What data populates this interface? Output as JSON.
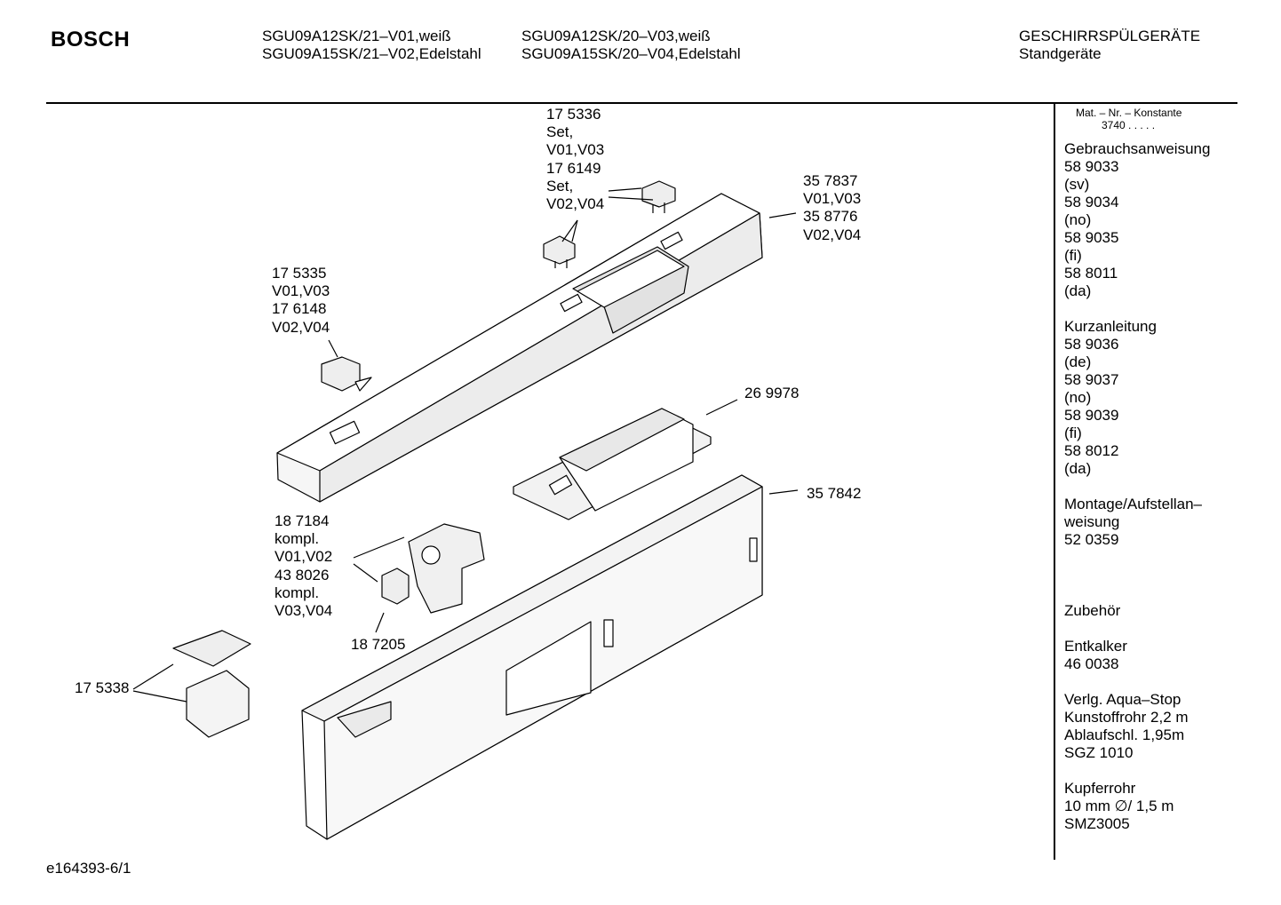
{
  "header": {
    "brand": "BOSCH",
    "models_col1": [
      "SGU09A12SK/21–V01,weiß",
      "SGU09A15SK/21–V02,Edelstahl"
    ],
    "models_col2": [
      "SGU09A12SK/20–V03,weiß",
      "SGU09A15SK/20–V04,Edelstahl"
    ],
    "category": "GESCHIRRSPÜLGERÄTE",
    "subcategory": "Standgeräte"
  },
  "sidebar": {
    "mat_label": "Mat. – Nr. – Konstante",
    "mat_value": "3740 .  .  .  .  .",
    "blocks": [
      [
        "Gebrauchsanweisung",
        "58 9033",
        "(sv)",
        "58 9034",
        "(no)",
        "58 9035",
        "(fi)",
        "58 8011",
        "(da)"
      ],
      [
        "Kurzanleitung",
        "58 9036",
        "(de)",
        "58 9037",
        "(no)",
        "58 9039",
        "(fi)",
        "58 8012",
        "(da)"
      ],
      [
        "Montage/Aufstellan–",
        "weisung",
        "52 0359"
      ],
      [
        ""
      ],
      [
        "Zubehör"
      ],
      [
        "Entkalker",
        "46 0038"
      ],
      [
        "Verlg. Aqua–Stop",
        "Kunstoffrohr 2,2 m",
        "Ablaufschl. 1,95m",
        "SGZ 1010"
      ],
      [
        "Kupferrohr",
        "10 mm ∅/ 1,5 m",
        "SMZ3005"
      ]
    ]
  },
  "callouts": {
    "c175336": [
      "17 5336",
      "Set,",
      "V01,V03",
      "17 6149",
      "Set,",
      "V02,V04"
    ],
    "c357837": [
      "35 7837",
      "V01,V03",
      "35 8776",
      "V02,V04"
    ],
    "c175335": [
      "17 5335",
      "V01,V03",
      "17 6148",
      "V02,V04"
    ],
    "c269978": [
      "26 9978"
    ],
    "c357842": [
      "35 7842"
    ],
    "c187184": [
      "18 7184",
      "kompl.",
      "V01,V02",
      "43 8026",
      "kompl.",
      "V03,V04"
    ],
    "c187205": [
      "18 7205"
    ],
    "c175338": [
      "17 5338"
    ]
  },
  "footer": {
    "ref": "e164393-6/1"
  }
}
